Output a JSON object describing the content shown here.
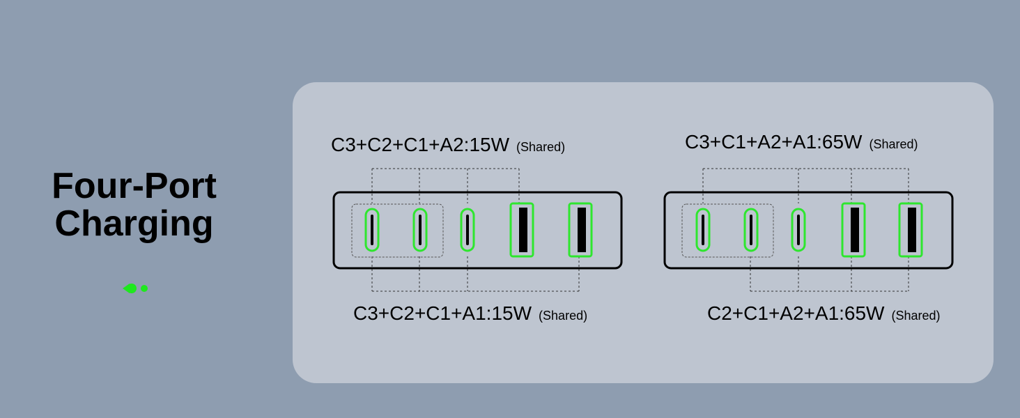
{
  "heading": {
    "line1": "Four-Port",
    "line2": "Charging"
  },
  "colors": {
    "background": "#8e9db0",
    "panel": "#bec5d0",
    "port_highlight": "#2ee62e",
    "indicator": "#1ee81e"
  },
  "icons": {
    "indicator": "slide-indicator-icon",
    "port_c": "usb-c-port-icon",
    "port_a": "usb-a-port-icon"
  },
  "charger_left": {
    "top_label": {
      "ports": "C3+C2+C1+A2:15W",
      "note": "(Shared)"
    },
    "bottom_label": {
      "ports": "C3+C2+C1+A1:15W",
      "note": "(Shared)"
    }
  },
  "charger_right": {
    "top_label": {
      "ports": "C3+C1+A2+A1:65W",
      "note": "(Shared)"
    },
    "bottom_label": {
      "ports": "C2+C1+A2+A1:65W",
      "note": "(Shared)"
    }
  }
}
